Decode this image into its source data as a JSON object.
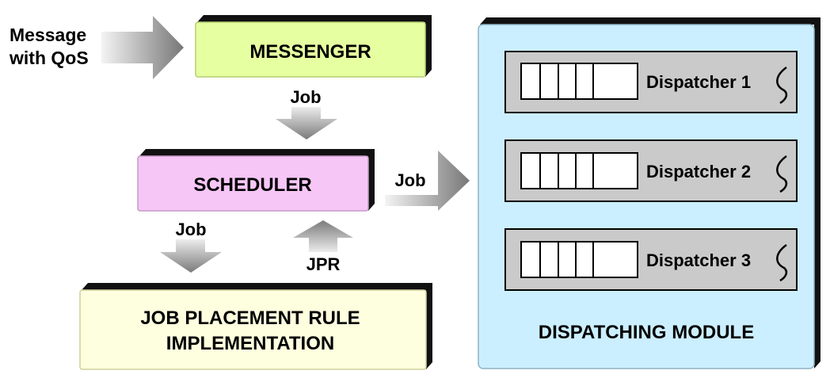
{
  "input_label": {
    "line1": "Message",
    "line2": "with QoS"
  },
  "messenger": {
    "label": "MESSENGER",
    "fill": "#e6ffa0"
  },
  "scheduler": {
    "label": "SCHEDULER",
    "fill": "#f6c6f6"
  },
  "jpr_box": {
    "line1": "JOB PLACEMENT RULE",
    "line2": "IMPLEMENTATION",
    "fill": "#fdffdf"
  },
  "dispatching_module": {
    "label": "DISPATCHING MODULE",
    "fill": "#ccefff",
    "dispatchers": [
      {
        "label": "Dispatcher 1"
      },
      {
        "label": "Dispatcher 2"
      },
      {
        "label": "Dispatcher 3"
      }
    ]
  },
  "arrows": {
    "messenger_to_scheduler": "Job",
    "scheduler_to_dispatching": "Job",
    "scheduler_to_jpr": "Job",
    "jpr_to_scheduler": "JPR"
  },
  "colors": {
    "shadow": "#111111",
    "dispatcher_fill": "#cacaca",
    "arrow_dark": "#7d7d7d",
    "arrow_light": "#efefef"
  }
}
